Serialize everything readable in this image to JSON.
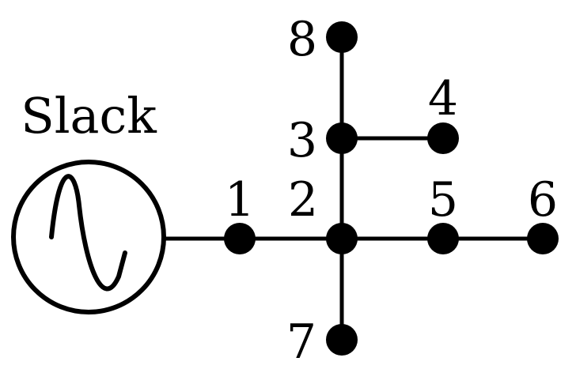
{
  "source": {
    "label": "Slack",
    "symbol": "ac-source-icon"
  },
  "buses": [
    {
      "id": "1",
      "label": "1"
    },
    {
      "id": "2",
      "label": "2"
    },
    {
      "id": "3",
      "label": "3"
    },
    {
      "id": "4",
      "label": "4"
    },
    {
      "id": "5",
      "label": "5"
    },
    {
      "id": "6",
      "label": "6"
    },
    {
      "id": "7",
      "label": "7"
    },
    {
      "id": "8",
      "label": "8"
    }
  ],
  "lines": [
    {
      "from": "slack",
      "to": "1"
    },
    {
      "from": "1",
      "to": "2"
    },
    {
      "from": "2",
      "to": "5"
    },
    {
      "from": "5",
      "to": "6"
    },
    {
      "from": "2",
      "to": "3"
    },
    {
      "from": "3",
      "to": "8"
    },
    {
      "from": "3",
      "to": "4"
    },
    {
      "from": "2",
      "to": "7"
    }
  ],
  "colors": {
    "line": "#000000",
    "node": "#000000",
    "background": "#ffffff"
  }
}
